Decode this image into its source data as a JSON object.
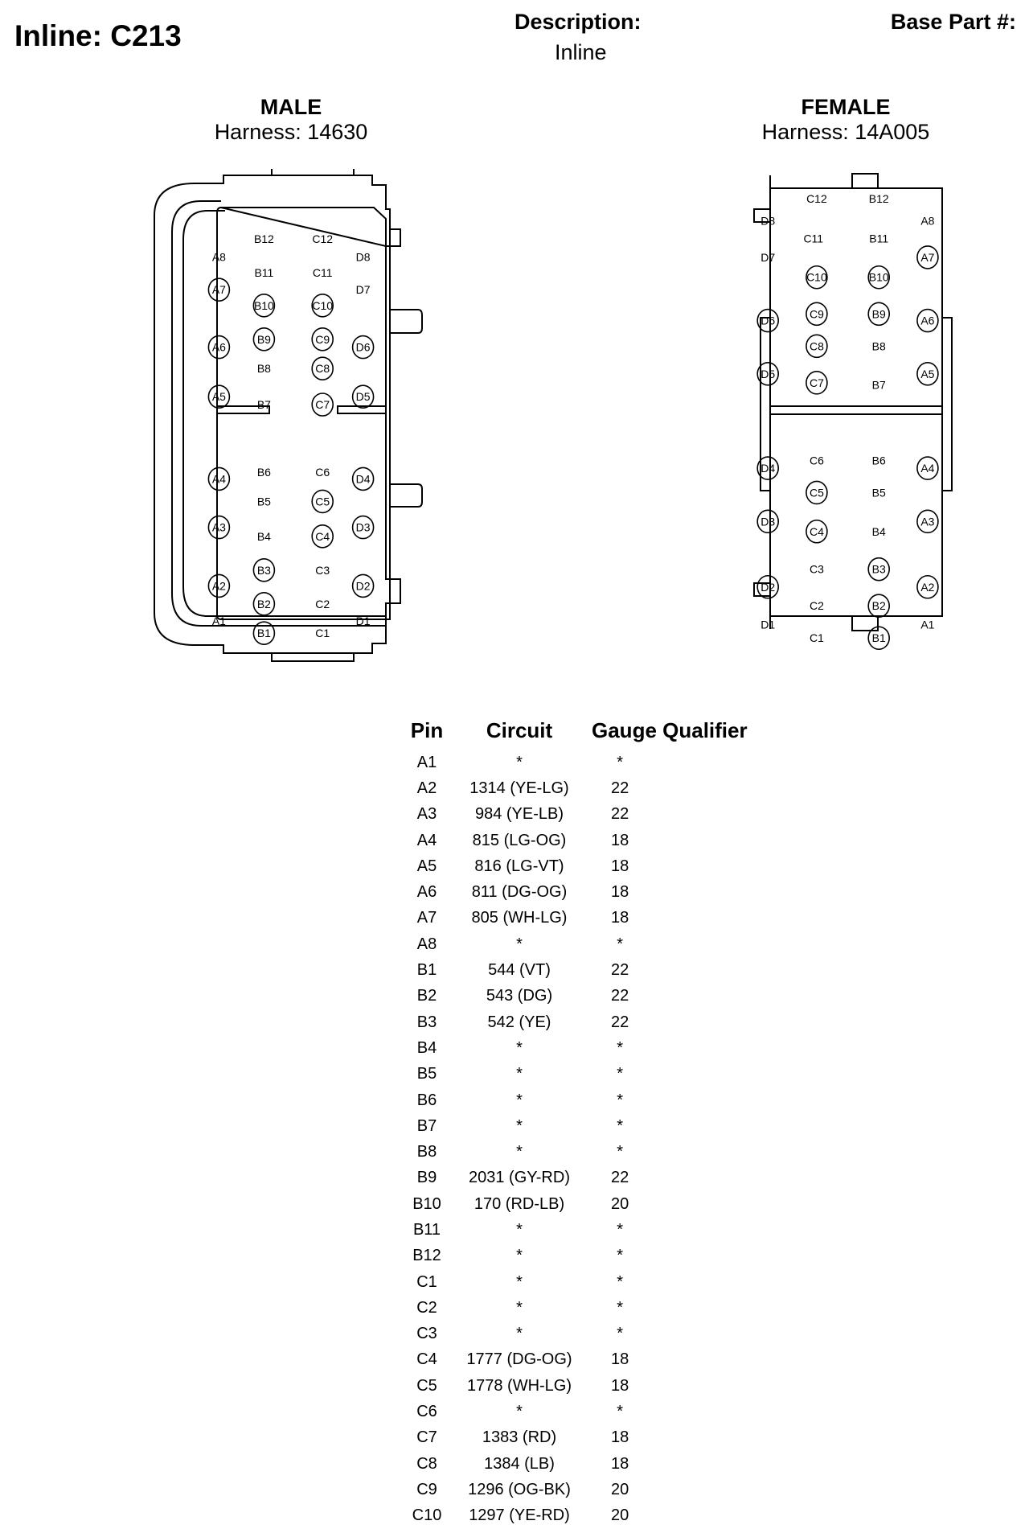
{
  "header": {
    "title": "Inline: C213",
    "description_label": "Description:",
    "description_value": "Inline",
    "base_part_label": "Base Part #:"
  },
  "male": {
    "name": "MALE",
    "harness": "Harness: 14630",
    "plain_labels": [
      "B12",
      "C12",
      "A8",
      "D8",
      "B11",
      "C11",
      "D7",
      "B8",
      "B7",
      "B6",
      "C6",
      "B5",
      "B4",
      "C3",
      "A1",
      "C2",
      "D1",
      "C1"
    ],
    "circled_labels": [
      "A7",
      "B10",
      "C10",
      "A6",
      "B9",
      "C9",
      "D6",
      "C8",
      "A5",
      "C7",
      "D5",
      "A4",
      "D4",
      "C5",
      "A3",
      "C4",
      "D3",
      "B3",
      "A2",
      "B2",
      "D2",
      "B1"
    ]
  },
  "female": {
    "name": "FEMALE",
    "harness": "Harness: 14A005",
    "plain_labels": [
      "C12",
      "B12",
      "D8",
      "A8",
      "C11",
      "B11",
      "D7",
      "B8",
      "B7",
      "C6",
      "B6",
      "B5",
      "B4",
      "C3",
      "C2",
      "D1",
      "A1",
      "C1"
    ],
    "circled_labels": [
      "C10",
      "B10",
      "A7",
      "D6",
      "C9",
      "B9",
      "A6",
      "C8",
      "D5",
      "C7",
      "A5",
      "D4",
      "A4",
      "C5",
      "D3",
      "A3",
      "C4",
      "B3",
      "D2",
      "A2",
      "B2",
      "B1"
    ]
  },
  "table": {
    "headers": {
      "pin": "Pin",
      "circuit": "Circuit",
      "gauge_qualifier": "Gauge Qualifier"
    },
    "rows": [
      {
        "pin": "A1",
        "circuit": "*",
        "gauge": "*"
      },
      {
        "pin": "A2",
        "circuit": "1314 (YE-LG)",
        "gauge": "22"
      },
      {
        "pin": "A3",
        "circuit": "984 (YE-LB)",
        "gauge": "22"
      },
      {
        "pin": "A4",
        "circuit": "815 (LG-OG)",
        "gauge": "18"
      },
      {
        "pin": "A5",
        "circuit": "816 (LG-VT)",
        "gauge": "18"
      },
      {
        "pin": "A6",
        "circuit": "811 (DG-OG)",
        "gauge": "18"
      },
      {
        "pin": "A7",
        "circuit": "805 (WH-LG)",
        "gauge": "18"
      },
      {
        "pin": "A8",
        "circuit": "*",
        "gauge": "*"
      },
      {
        "pin": "B1",
        "circuit": "544 (VT)",
        "gauge": "22"
      },
      {
        "pin": "B2",
        "circuit": "543 (DG)",
        "gauge": "22"
      },
      {
        "pin": "B3",
        "circuit": "542 (YE)",
        "gauge": "22"
      },
      {
        "pin": "B4",
        "circuit": "*",
        "gauge": "*"
      },
      {
        "pin": "B5",
        "circuit": "*",
        "gauge": "*"
      },
      {
        "pin": "B6",
        "circuit": "*",
        "gauge": "*"
      },
      {
        "pin": "B7",
        "circuit": "*",
        "gauge": "*"
      },
      {
        "pin": "B8",
        "circuit": "*",
        "gauge": "*"
      },
      {
        "pin": "B9",
        "circuit": "2031 (GY-RD)",
        "gauge": "22"
      },
      {
        "pin": "B10",
        "circuit": "170 (RD-LB)",
        "gauge": "20"
      },
      {
        "pin": "B11",
        "circuit": "*",
        "gauge": "*"
      },
      {
        "pin": "B12",
        "circuit": "*",
        "gauge": "*"
      },
      {
        "pin": "C1",
        "circuit": "*",
        "gauge": "*"
      },
      {
        "pin": "C2",
        "circuit": "*",
        "gauge": "*"
      },
      {
        "pin": "C3",
        "circuit": "*",
        "gauge": "*"
      },
      {
        "pin": "C4",
        "circuit": "1777 (DG-OG)",
        "gauge": "18"
      },
      {
        "pin": "C5",
        "circuit": "1778 (WH-LG)",
        "gauge": "18"
      },
      {
        "pin": "C6",
        "circuit": "*",
        "gauge": "*"
      },
      {
        "pin": "C7",
        "circuit": "1383 (RD)",
        "gauge": "18"
      },
      {
        "pin": "C8",
        "circuit": "1384 (LB)",
        "gauge": "18"
      },
      {
        "pin": "C9",
        "circuit": "1296 (OG-BK)",
        "gauge": "20"
      },
      {
        "pin": "C10",
        "circuit": "1297 (YE-RD)",
        "gauge": "20"
      }
    ]
  }
}
